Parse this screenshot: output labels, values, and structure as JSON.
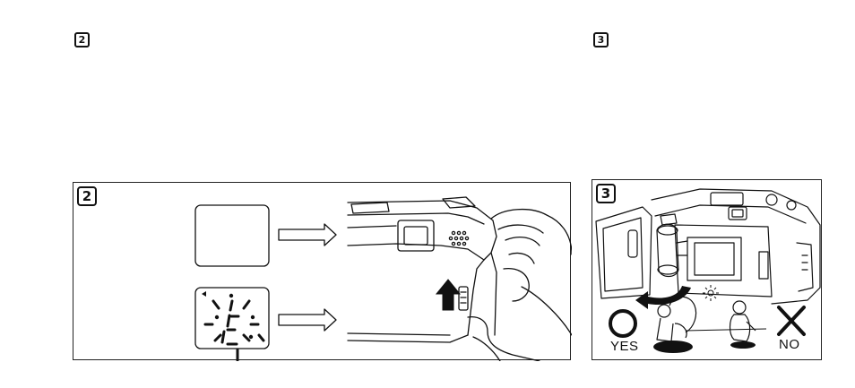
{
  "headings": {
    "step_left": "2",
    "step_right": "3"
  },
  "panel_left": {
    "badge": "2"
  },
  "panel_right": {
    "badge": "3",
    "yes_label": "YES",
    "no_label": "NO"
  },
  "colors": {
    "ink": "#111111",
    "paper": "#ffffff"
  }
}
